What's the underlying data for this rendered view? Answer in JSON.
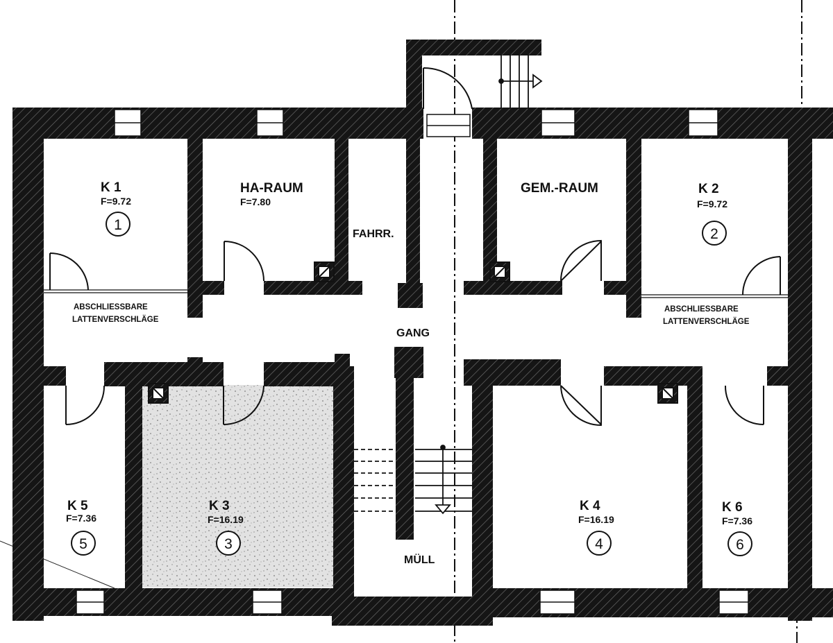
{
  "rooms": {
    "k1": {
      "name": "K 1",
      "area": "F=9.72",
      "number": "1"
    },
    "ha": {
      "name": "HA-RAUM",
      "area": "F=7.80"
    },
    "gem": {
      "name": "GEM.-RAUM"
    },
    "k2": {
      "name": "K 2",
      "area": "F=9.72",
      "number": "2"
    },
    "k3": {
      "name": "K 3",
      "area": "F=16.19",
      "number": "3"
    },
    "k4": {
      "name": "K 4",
      "area": "F=16.19",
      "number": "4"
    },
    "k5": {
      "name": "K 5",
      "area": "F=7.36",
      "number": "5"
    },
    "k6": {
      "name": "K 6",
      "area": "F=7.36",
      "number": "6"
    }
  },
  "labels": {
    "fahrr": "FAHRR.",
    "gang": "GANG",
    "muell": "MÜLL",
    "lattice_left_1": "ABSCHLIESSBARE",
    "lattice_left_2": "LATTENVERSCHLÄGE",
    "lattice_right_1": "ABSCHLIESSBARE",
    "lattice_right_2": "LATTENVERSCHLÄGE"
  },
  "colors": {
    "wall": "#1a1a1a",
    "hatch": "#5a5a5a",
    "paper": "#ffffff",
    "shaded_room": "#dcdcdc"
  }
}
